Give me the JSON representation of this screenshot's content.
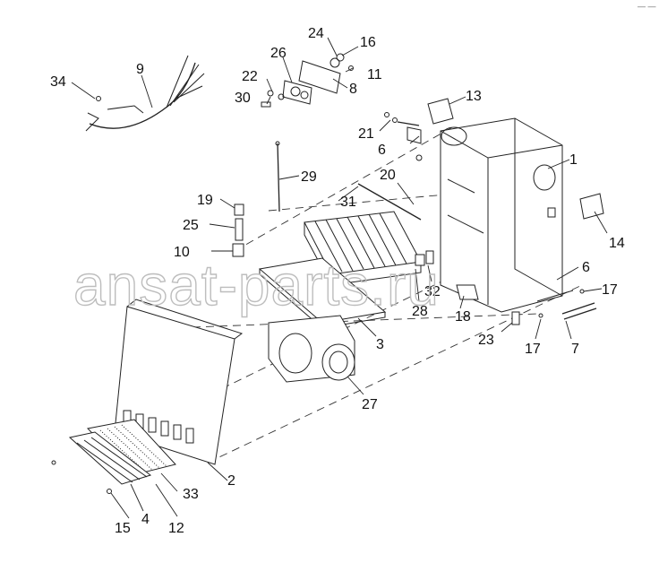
{
  "watermark": "ansat-parts.ru",
  "corner_mark": "— —",
  "callouts": [
    {
      "id": "1",
      "text": "1"
    },
    {
      "id": "2",
      "text": "2"
    },
    {
      "id": "3",
      "text": "3"
    },
    {
      "id": "4",
      "text": "4"
    },
    {
      "id": "6a",
      "text": "6"
    },
    {
      "id": "6b",
      "text": "6"
    },
    {
      "id": "7",
      "text": "7"
    },
    {
      "id": "8",
      "text": "8"
    },
    {
      "id": "9",
      "text": "9"
    },
    {
      "id": "10",
      "text": "10"
    },
    {
      "id": "11",
      "text": "11"
    },
    {
      "id": "12",
      "text": "12"
    },
    {
      "id": "13",
      "text": "13"
    },
    {
      "id": "14",
      "text": "14"
    },
    {
      "id": "15",
      "text": "15"
    },
    {
      "id": "16",
      "text": "16"
    },
    {
      "id": "17a",
      "text": "17"
    },
    {
      "id": "17b",
      "text": "17"
    },
    {
      "id": "18",
      "text": "18"
    },
    {
      "id": "19",
      "text": "19"
    },
    {
      "id": "20",
      "text": "20"
    },
    {
      "id": "21",
      "text": "21"
    },
    {
      "id": "22",
      "text": "22"
    },
    {
      "id": "23",
      "text": "23"
    },
    {
      "id": "24",
      "text": "24"
    },
    {
      "id": "25",
      "text": "25"
    },
    {
      "id": "26",
      "text": "26"
    },
    {
      "id": "27",
      "text": "27"
    },
    {
      "id": "28",
      "text": "28"
    },
    {
      "id": "29",
      "text": "29"
    },
    {
      "id": "30",
      "text": "30"
    },
    {
      "id": "31",
      "text": "31"
    },
    {
      "id": "32",
      "text": "32"
    },
    {
      "id": "33",
      "text": "33"
    },
    {
      "id": "34",
      "text": "34"
    }
  ]
}
